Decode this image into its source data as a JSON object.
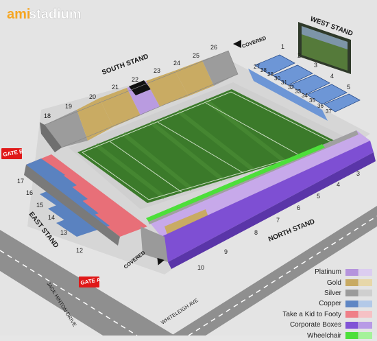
{
  "brand": {
    "ami": "ami",
    "stadium": "stadium"
  },
  "stands": {
    "west": "WEST STAND",
    "south": "SOUTH STAND",
    "east": "EAST STAND",
    "north": "NORTH STAND"
  },
  "covered_top": "COVERED",
  "covered_bottom": "COVERED",
  "gate_b": "GATE B",
  "gate_a": "GATE A",
  "streets": {
    "jack_hinton": "JACK HINTON DRIVE",
    "whiteleigh": "WHITELEIGH AVE"
  },
  "west_sections": [
    "1",
    "2",
    "3",
    "4",
    "5"
  ],
  "west_boxes": [
    "27",
    "28",
    "29",
    "30",
    "31",
    "32",
    "33",
    "34",
    "35",
    "36",
    "37"
  ],
  "south_sections": [
    "18",
    "19",
    "20",
    "21",
    "22",
    "23",
    "24",
    "25",
    "26"
  ],
  "east_sections": [
    "17",
    "16",
    "15",
    "14",
    "13",
    "12"
  ],
  "north_sections": [
    "3",
    "4",
    "5",
    "6",
    "7",
    "8",
    "9",
    "10"
  ],
  "legend": [
    {
      "label": "Platinum",
      "colors": [
        "#b594dd",
        "#dccdf0"
      ]
    },
    {
      "label": "Gold",
      "colors": [
        "#c8aa62",
        "#e7d7a9"
      ]
    },
    {
      "label": "Silver",
      "colors": [
        "#9a9a9a",
        "#cfcfcf"
      ]
    },
    {
      "label": "Copper",
      "colors": [
        "#5f86c4",
        "#b3c9e8"
      ]
    },
    {
      "label": "Take a Kid to Footy",
      "colors": [
        "#ef7f88",
        "#f6c1c5"
      ]
    },
    {
      "label": "Corporate Boxes",
      "colors": [
        "#8153d6",
        "#b89ae6"
      ]
    },
    {
      "label": "Wheelchair",
      "colors": [
        "#4ddf3a",
        "#a5f29a"
      ]
    }
  ]
}
